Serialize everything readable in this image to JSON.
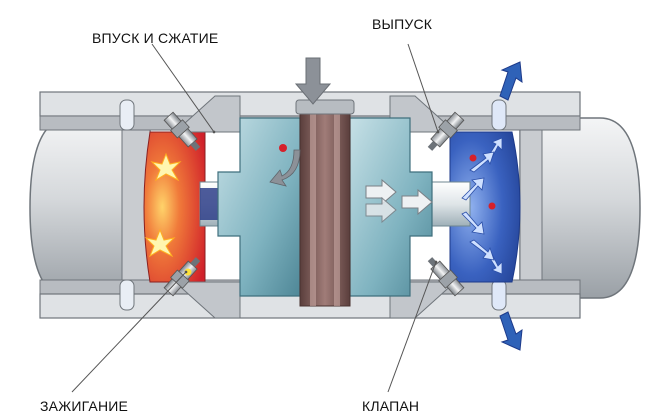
{
  "labels": {
    "intake": "ВПУСК И СЖАТИЕ",
    "exhaust": "ВЫПУСК",
    "ignition": "ЗАЖИГАНИЕ",
    "valve": "КЛАПАН"
  },
  "colors": {
    "housing": "#cfd2d6",
    "housing_shadow": "#9aa0a6",
    "rotor": "#6fa5b2",
    "rotor_light": "#a8cdd6",
    "piston_band": "#7a5a58",
    "combustion_red": "#e03030",
    "combustion_orange": "#f07a3a",
    "exhaust_blue": "#2b4fa8",
    "exhaust_light": "#5c7fd0",
    "arrow_gray": "#8c9198",
    "arrow_blue": "#2f62b8",
    "leader": "#555555"
  },
  "icons": {
    "spark": "spark-icon",
    "flow_arrow": "flow-arrow-icon",
    "spark_plug": "spark-plug-icon"
  }
}
